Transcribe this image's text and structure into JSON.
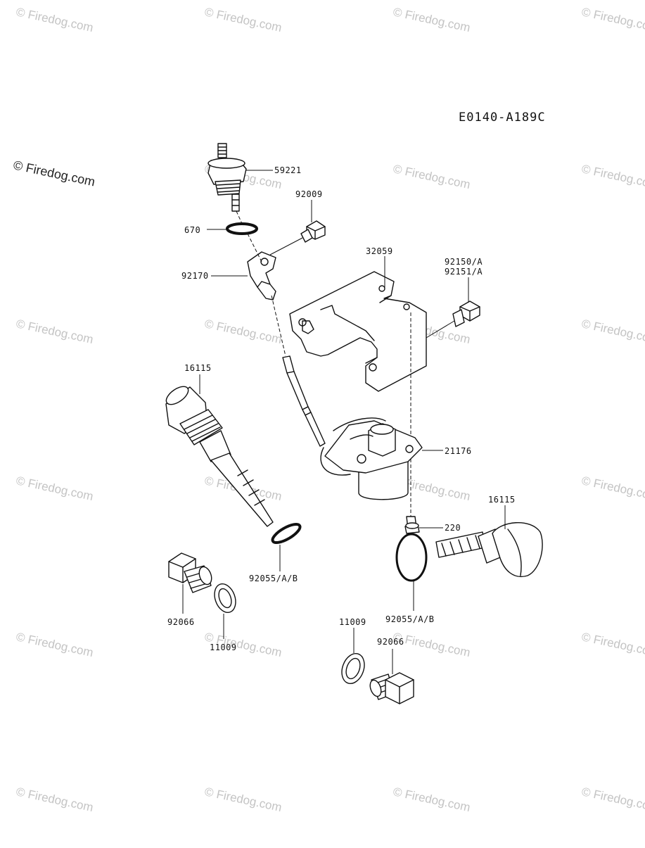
{
  "diagram": {
    "code": "E0140-A189C",
    "callouts": [
      {
        "id": "c-59221",
        "text": "59221"
      },
      {
        "id": "c-92009",
        "text": "92009"
      },
      {
        "id": "c-670",
        "text": "670"
      },
      {
        "id": "c-92170",
        "text": "92170"
      },
      {
        "id": "c-32059",
        "text": "32059"
      },
      {
        "id": "c-92150",
        "text": "92150/A"
      },
      {
        "id": "c-92151",
        "text": "92151/A"
      },
      {
        "id": "c-16115a",
        "text": "16115"
      },
      {
        "id": "c-21176",
        "text": "21176"
      },
      {
        "id": "c-16115b",
        "text": "16115"
      },
      {
        "id": "c-220",
        "text": "220"
      },
      {
        "id": "c-92055a",
        "text": "92055/A/B"
      },
      {
        "id": "c-92055b",
        "text": "92055/A/B"
      },
      {
        "id": "c-92066a",
        "text": "92066"
      },
      {
        "id": "c-11009a",
        "text": "11009"
      },
      {
        "id": "c-11009b",
        "text": "11009"
      },
      {
        "id": "c-92066b",
        "text": "92066"
      }
    ]
  },
  "watermark": {
    "text": "© Firedog.com",
    "color": "#c4c4c4"
  },
  "colors": {
    "line": "#111111",
    "background": "#ffffff"
  }
}
